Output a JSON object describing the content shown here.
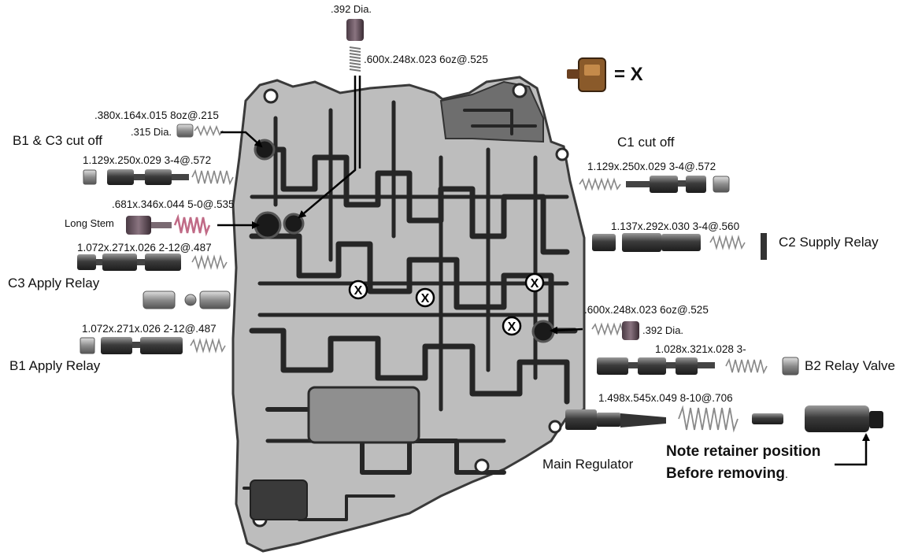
{
  "labels": {
    "b1_c3_cutoff": "B1 & C3 cut off",
    "c1_cutoff": "C1 cut off",
    "c2_supply_relay": "C2 Supply Relay",
    "c3_apply_relay": "C3 Apply Relay",
    "b1_apply_relay": "B1 Apply Relay",
    "b2_relay_valve": "B2 Relay Valve",
    "main_regulator": "Main Regulator",
    "long_stem": "Long Stem"
  },
  "specs": {
    "top_dia": ".392 Dia.",
    "top_spring": ".600x.248x.023 6oz@.525",
    "b1c3_spring": ".380x.164x.015 8oz@.215",
    "b1c3_dia": ".315 Dia.",
    "left_spring_1": "1.129x.250x.029 3-4@.572",
    "left_spring_2": ".681x.346x.044 5-0@.535",
    "left_spring_3": "1.072x.271x.026 2-12@.487",
    "left_spring_4": "1.072x.271x.026 2-12@.487",
    "right_spring_c1": "1.129x.250x.029 3-4@.572",
    "right_spring_c2": "1.137x.292x.030 3-4@.560",
    "right_spring_mid": ".600x.248x.023 6oz@.525",
    "right_dia_mid": ".392 Dia.",
    "right_spring_b2": "1.028x.321x.028 3-",
    "right_spring_main": "1.498x.545x.049 8-10@.706"
  },
  "legend": {
    "text": "= X",
    "marker": "X"
  },
  "note": {
    "line1": "Note retainer position",
    "line2": "Before removing",
    "suffix": "."
  },
  "colors": {
    "body_light": "#b9b9b9",
    "body_dark": "#5a5a5a",
    "channel": "#2a2a2a",
    "spring": "#888888",
    "pink_spring": "#c06a86",
    "plug": "#6b5a62",
    "legend_part": "#8a5a2a"
  }
}
